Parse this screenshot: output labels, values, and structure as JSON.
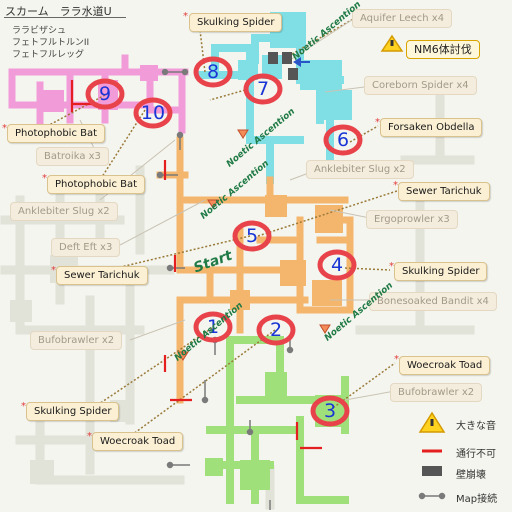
{
  "header": {
    "title": "スカーム　ララ水道U",
    "subtitles": [
      "ララビザシュ",
      "フェトフルトルンII",
      "フェトフルレッグ"
    ]
  },
  "colors": {
    "pink": "#f29bd9",
    "cyan": "#7fdfe5",
    "orange": "#f4b56d",
    "green": "#9fe07a",
    "gray": "#e1e2d8",
    "ring": "#e8434a",
    "number": "#1a35d6"
  },
  "markers": [
    {
      "id": "1",
      "label": "1"
    },
    {
      "id": "2",
      "label": "2"
    },
    {
      "id": "3",
      "label": "3"
    },
    {
      "id": "4",
      "label": "4"
    },
    {
      "id": "5",
      "label": "5"
    },
    {
      "id": "6",
      "label": "6"
    },
    {
      "id": "7",
      "label": "7"
    },
    {
      "id": "8",
      "label": "8"
    },
    {
      "id": "9",
      "label": "9"
    },
    {
      "id": "10",
      "label": "10"
    }
  ],
  "targets": {
    "skulking_spider_8": "Skulking Spider",
    "photophobic_bat_9": "Photophobic Bat",
    "photophobic_bat_10": "Photophobic Bat",
    "forsaken_obdella": "Forsaken Obdella",
    "sewer_tarichuk_5": "Sewer Tarichuk",
    "sewer_tarichuk_start": "Sewer Tarichuk",
    "skulking_spider_4": "Skulking Spider",
    "woecroak_toad_3": "Woecroak Toad",
    "skulking_spider_1": "Skulking Spider",
    "woecroak_toad_2": "Woecroak Toad"
  },
  "mobs": {
    "aquifer_leech": "Aquifer Leech x4",
    "coreborn_spider": "Coreborn Spider x4",
    "batroika": "Batroika x3",
    "anklebiter_slug_right": "Anklebiter Slug x2",
    "anklebiter_slug_left": "Anklebiter Slug x2",
    "ergoprowler": "Ergoprowler x3",
    "deft_eft": "Deft Eft x3",
    "bonesoaked_bandit": "Bonesoaked Bandit x4",
    "bufobrawler_left": "Bufobrawler x2",
    "bufobrawler_right": "Bufobrawler x2"
  },
  "nm_label": "NM6体討伐",
  "start_label": "Start",
  "noetic_label": "Noetic Ascention",
  "legend": [
    {
      "icon": "warning-icon",
      "text": "大きな音"
    },
    {
      "icon": "blocked-passage-icon",
      "text": "通行不可"
    },
    {
      "icon": "breakable-wall-icon",
      "text": "壁崩壊"
    },
    {
      "icon": "map-connection-icon",
      "text": "Map接続"
    }
  ]
}
